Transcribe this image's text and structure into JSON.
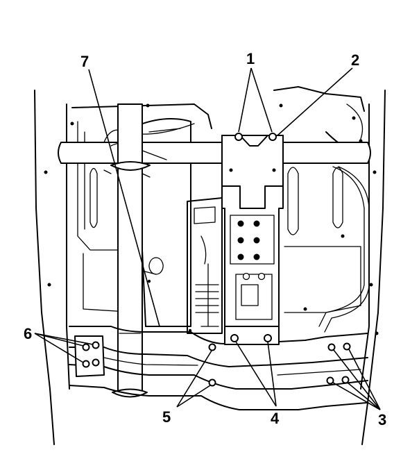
{
  "figure": {
    "colors": {
      "line": "#000000",
      "background": "#ffffff"
    },
    "callouts": [
      {
        "id": "1",
        "label": "1"
      },
      {
        "id": "2",
        "label": "2"
      },
      {
        "id": "3",
        "label": "3"
      },
      {
        "id": "4",
        "label": "4"
      },
      {
        "id": "5",
        "label": "5"
      },
      {
        "id": "6",
        "label": "6"
      },
      {
        "id": "7",
        "label": "7"
      }
    ]
  }
}
